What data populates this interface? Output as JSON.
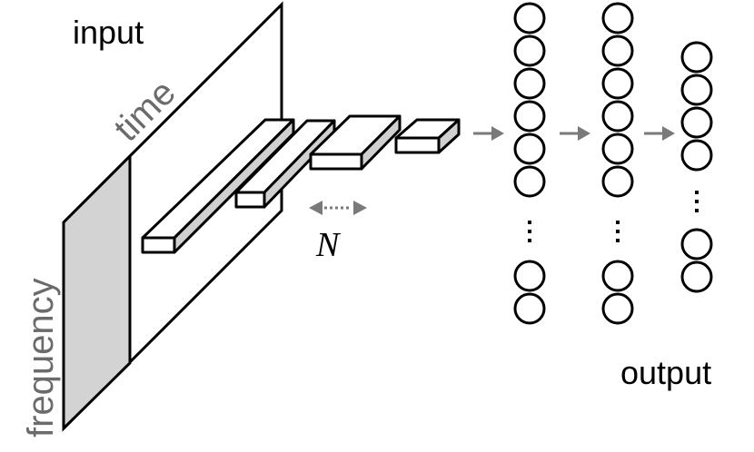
{
  "labels": {
    "input": "input",
    "time": "time",
    "frequency": "frequency",
    "output": "output",
    "n": "N"
  },
  "colors": {
    "stroke": "#000000",
    "slice_fill": "#d3d3d3",
    "arrow": "#7a7a7a",
    "time_label": "#6b6b6b"
  },
  "layers": [
    {
      "id": "fc1",
      "visible_nodes": 8,
      "ellipsis": true
    },
    {
      "id": "fc2",
      "visible_nodes": 8,
      "ellipsis": true
    },
    {
      "id": "out",
      "visible_nodes": 6,
      "ellipsis": true
    }
  ]
}
